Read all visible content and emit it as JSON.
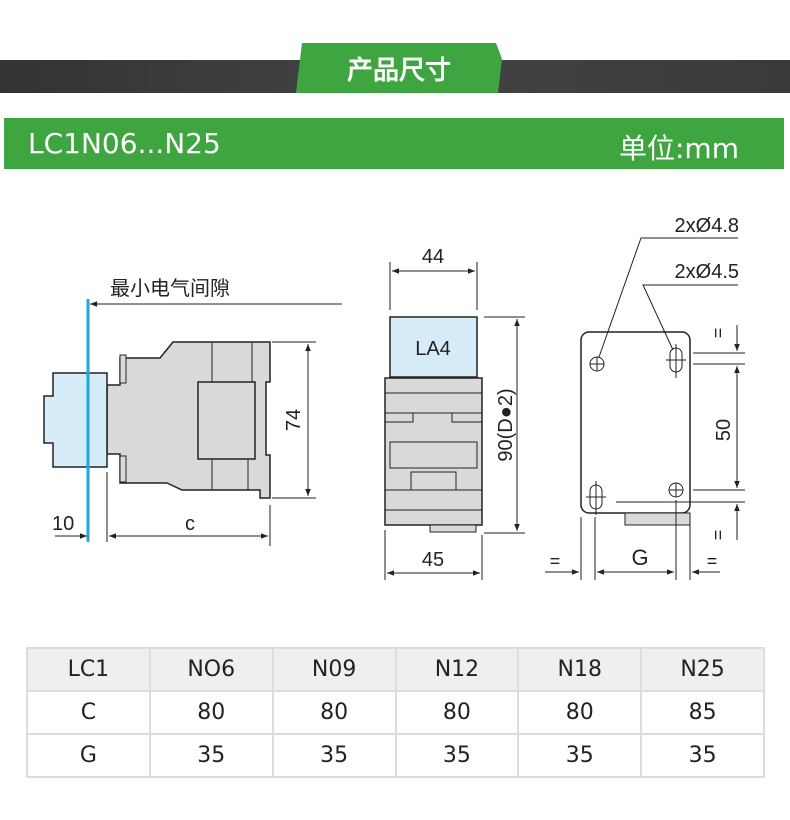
{
  "header": {
    "title": "产品尺寸"
  },
  "model_bar": {
    "model": "LC1N06...N25",
    "unit": "单位:mm"
  },
  "colors": {
    "accent": "#3fa540",
    "dark_bar": "#3a3a3a",
    "clearance_line": "#1ba8e0",
    "module_fill": "#d6ecf8",
    "body_fill": "#d9d9d9"
  },
  "side_view": {
    "clearance_label": "最小电气间隙",
    "height": "74",
    "offset": "10",
    "depth": "c"
  },
  "front_view": {
    "module_label": "LA4",
    "top_width": "44",
    "bottom_width": "45",
    "height": "90(D●2)"
  },
  "mount_view": {
    "hole_a": "2xØ4.8",
    "hole_b": "2xØ4.5",
    "vertical_spacing": "50",
    "horizontal_spacing": "G",
    "equal_mark": "="
  },
  "table": {
    "header": [
      "LC1",
      "NO6",
      "N09",
      "N12",
      "N18",
      "N25"
    ],
    "rows": [
      [
        "C",
        "80",
        "80",
        "80",
        "80",
        "85"
      ],
      [
        "G",
        "35",
        "35",
        "35",
        "35",
        "35"
      ]
    ]
  }
}
